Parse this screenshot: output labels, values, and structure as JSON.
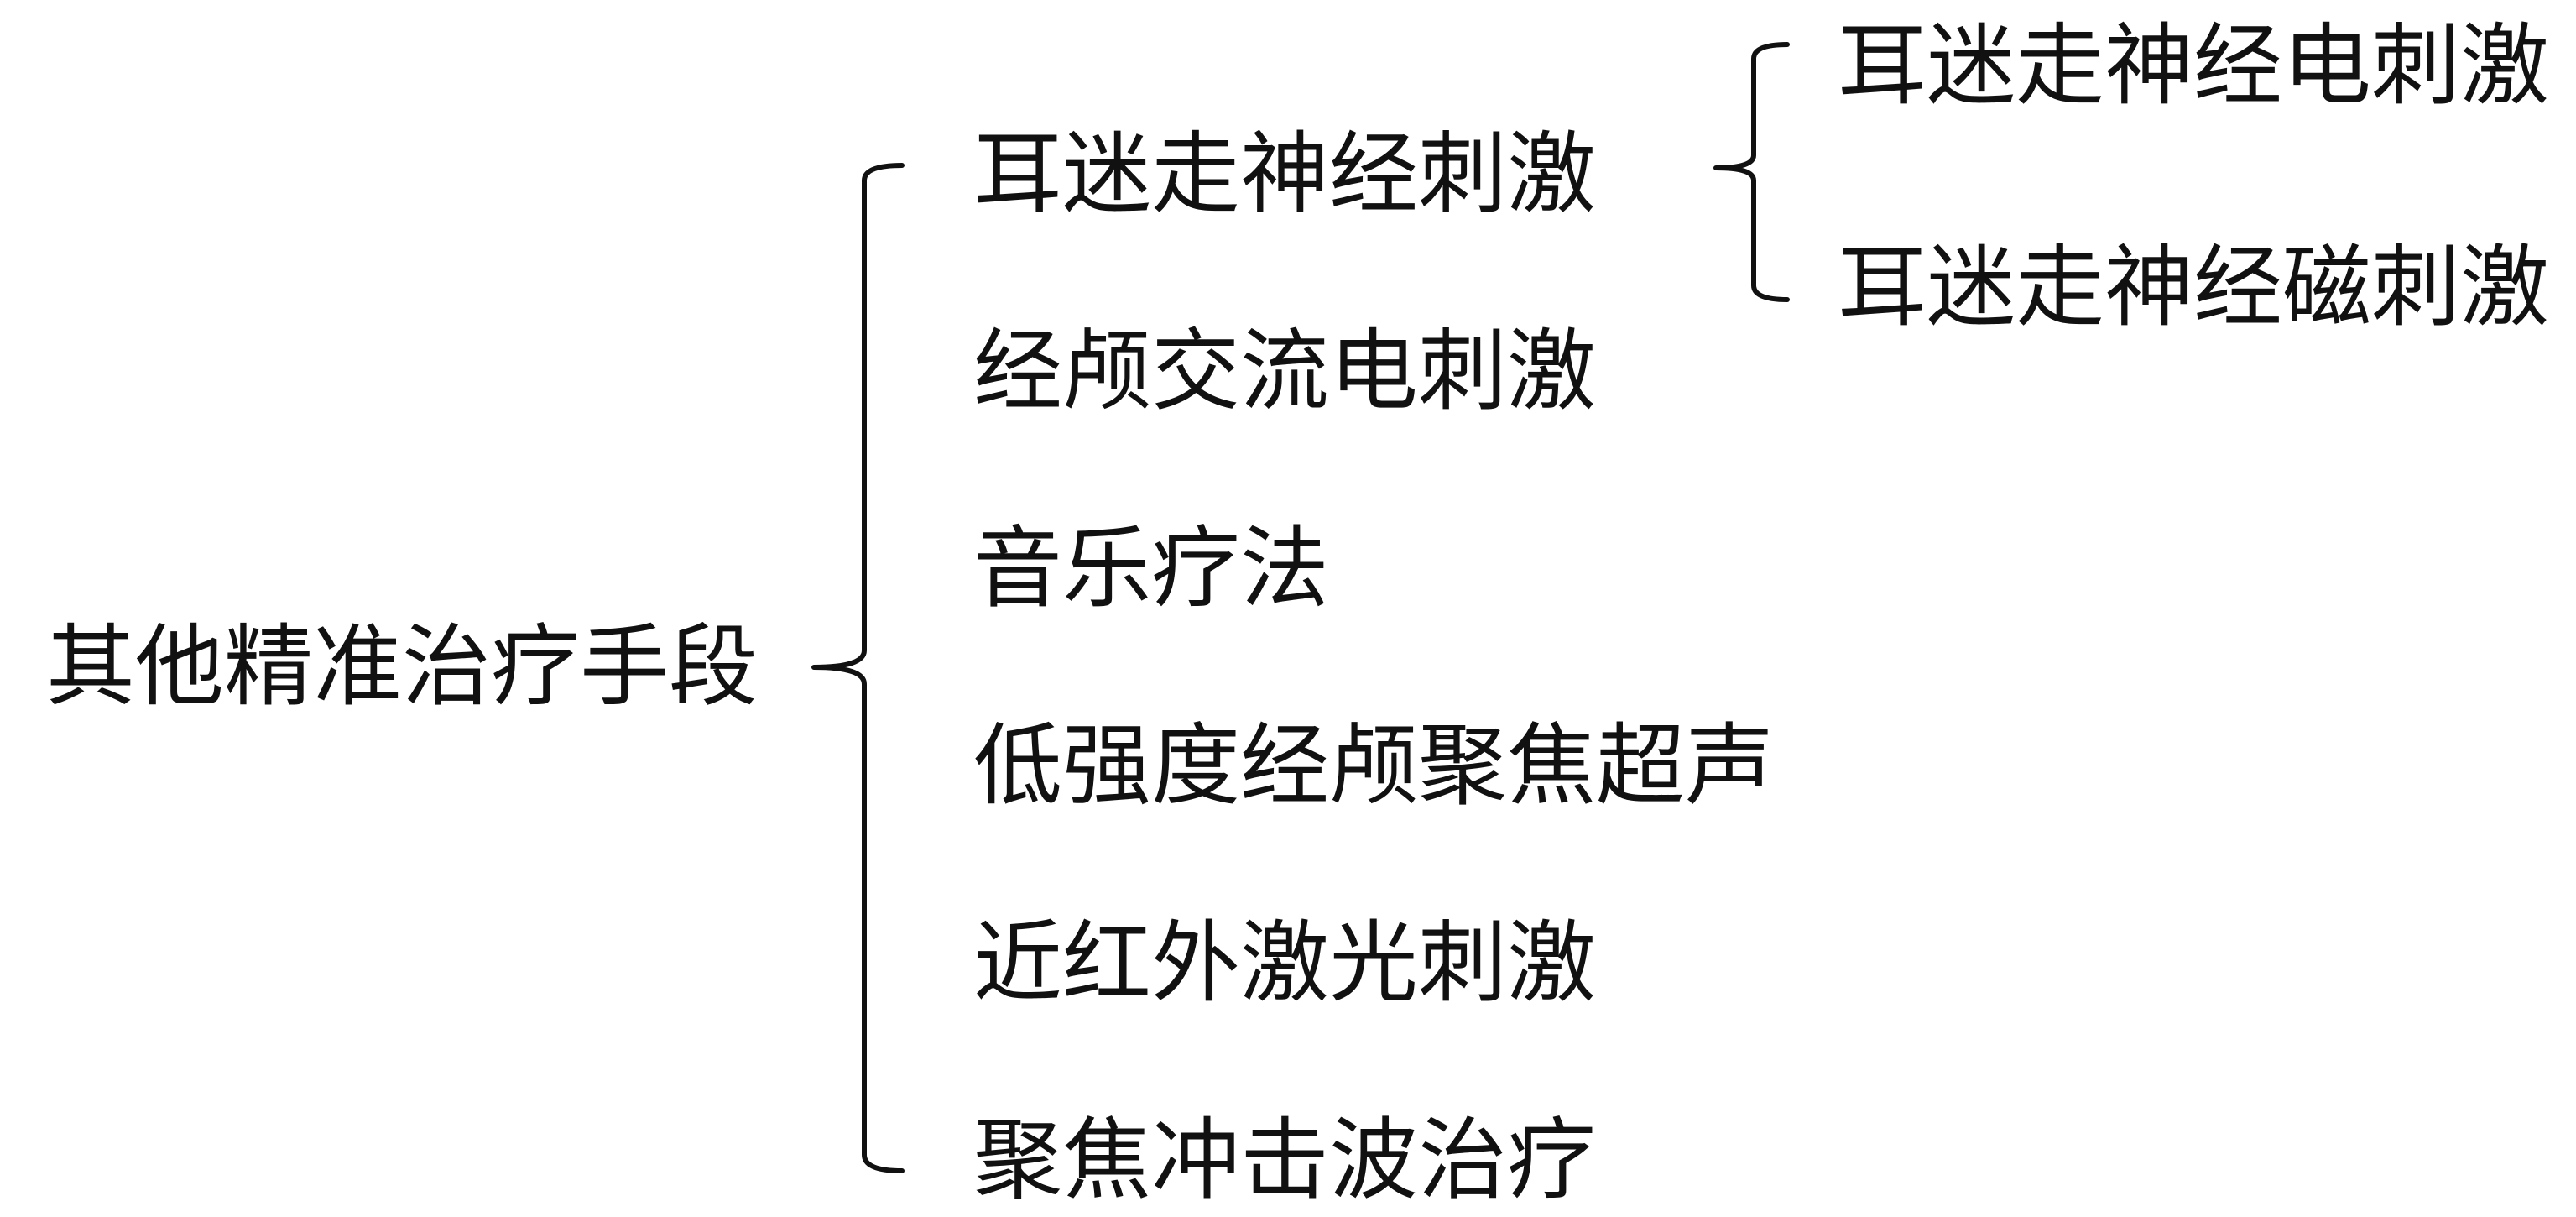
{
  "root": {
    "label": "其他精准治疗手段"
  },
  "children": [
    {
      "label": "耳迷走神经刺激",
      "children": [
        {
          "label": "耳迷走神经电刺激"
        },
        {
          "label": "耳迷走神经磁刺激"
        }
      ]
    },
    {
      "label": "经颅交流电刺激"
    },
    {
      "label": "音乐疗法"
    },
    {
      "label": "低强度经颅聚焦超声"
    },
    {
      "label": "近红外激光刺激"
    },
    {
      "label": "聚焦冲击波治疗"
    }
  ]
}
